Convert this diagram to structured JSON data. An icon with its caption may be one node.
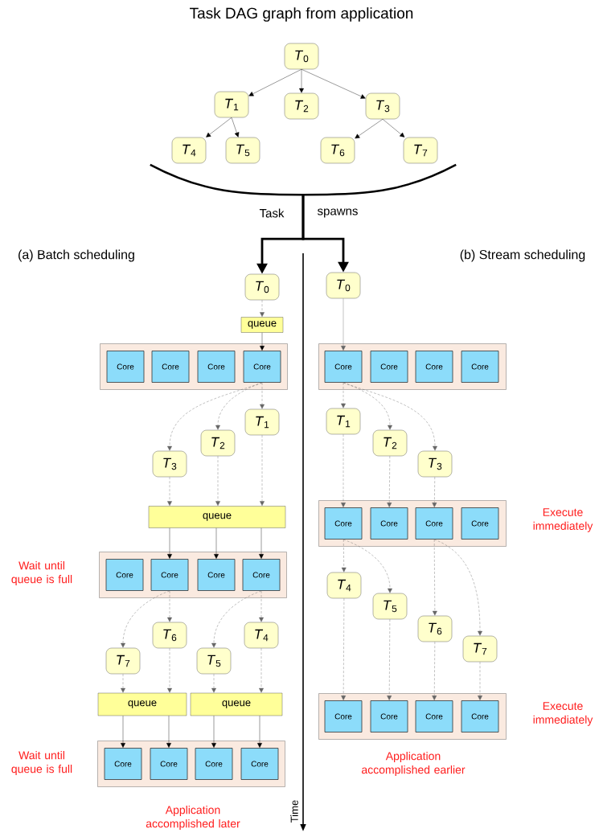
{
  "diagram": {
    "title": "Task DAG graph from application",
    "nodes": [
      {
        "text": [
          "*T*$_{0}$"
        ]
      },
      {
        "text": [
          "*T*$_{1}$"
        ]
      },
      {
        "text": [
          "*T*$_{2}$"
        ]
      },
      {
        "text": [
          "*T*$_{3}$"
        ]
      },
      {
        "text": [
          "*T*$_{4}$"
        ]
      },
      {
        "text": [
          "*T*$_{5}$"
        ]
      },
      {
        "text": [
          "*T*$_{6}$"
        ]
      },
      {
        "text": [
          "*T*$_{7}$"
        ]
      },
      {
        "text": [
          "*T*$_{0}$"
        ]
      },
      {
        "text": [
          "queue"
        ]
      },
      {
        "text": [],
        "shape": "box"
      },
      {
        "text": [
          "Core"
        ],
        "in": 10
      },
      {
        "text": [
          "Core"
        ],
        "in": 10
      },
      {
        "text": [
          "Core"
        ],
        "in": 10
      },
      {
        "text": [
          "Core"
        ],
        "in": 10
      },
      {
        "text": [
          "*T*$_{1}$"
        ]
      },
      {
        "text": [
          "*T*$_{2}$"
        ]
      },
      {
        "text": [
          "*T*$_{3}$"
        ]
      },
      {
        "text": [
          "queue"
        ]
      },
      {
        "text": [],
        "shape": "box"
      },
      {
        "text": [
          "Core"
        ],
        "in": 19
      },
      {
        "text": [
          "Core"
        ],
        "in": 19
      },
      {
        "text": [
          "Core"
        ],
        "in": 19
      },
      {
        "text": [
          "Core"
        ],
        "in": 19
      },
      {
        "text": [
          "*T*$_{6}$"
        ]
      },
      {
        "text": [
          "*T*$_{4}$"
        ]
      },
      {
        "text": [
          "*T*$_{7}$"
        ]
      },
      {
        "text": [
          "*T*$_{5}$"
        ]
      },
      {
        "text": [
          "queue"
        ]
      },
      {
        "text": [
          "queue"
        ]
      },
      {
        "text": [],
        "shape": "box"
      },
      {
        "text": [
          "Core"
        ],
        "in": 30
      },
      {
        "text": [
          "Core"
        ],
        "in": 30
      },
      {
        "text": [
          "Core"
        ],
        "in": 30
      },
      {
        "text": [
          "Core"
        ],
        "in": 30
      },
      {
        "text": [
          "*T*$_{0}$"
        ]
      },
      {
        "text": [],
        "shape": "box"
      },
      {
        "text": [
          "Core"
        ],
        "in": 36
      },
      {
        "text": [
          "Core"
        ],
        "in": 36
      },
      {
        "text": [
          "Core"
        ],
        "in": 36
      },
      {
        "text": [
          "Core"
        ],
        "in": 36
      },
      {
        "text": [
          "*T*$_{1}$"
        ]
      },
      {
        "text": [
          "*T*$_{2}$"
        ]
      },
      {
        "text": [
          "*T*$_{3}$"
        ]
      },
      {
        "text": [],
        "shape": "box"
      },
      {
        "text": [
          "Core"
        ],
        "in": 44
      },
      {
        "text": [
          "Core"
        ],
        "in": 44
      },
      {
        "text": [
          "Core"
        ],
        "in": 44
      },
      {
        "text": [
          "Core"
        ],
        "in": 44
      },
      {
        "text": [
          "*T*$_{4}$"
        ]
      },
      {
        "text": [
          "*T*$_{5}$"
        ]
      },
      {
        "text": [
          "*T*$_{6}$"
        ]
      },
      {
        "text": [
          "*T*$_{7}$"
        ]
      },
      {
        "text": [],
        "shape": "box"
      },
      {
        "text": [
          "Core"
        ],
        "in": 53
      },
      {
        "text": [
          "Core"
        ],
        "in": 53
      },
      {
        "text": [
          "Core"
        ],
        "in": 53
      },
      {
        "text": [
          "Core"
        ],
        "in": 53
      },
      {
        "text": [],
        "shape": "arc"
      }
    ],
    "edges": [
      {
        "from": 0,
        "to": 1,
        "arrow": "to",
        "color": "#000000"
      },
      {
        "from": 0,
        "to": 2,
        "arrow": "to",
        "color": "#000000"
      },
      {
        "from": 0,
        "to": 3,
        "arrow": "to",
        "color": "#000000"
      },
      {
        "from": 1,
        "to": 4,
        "arrow": "to",
        "color": "#000000"
      },
      {
        "from": 1,
        "to": 5,
        "arrow": "to",
        "color": "#000000"
      },
      {
        "from": 3,
        "to": 6,
        "arrow": "to",
        "color": "#000000"
      },
      {
        "from": 3,
        "to": 7,
        "arrow": "to",
        "color": "#000000"
      },
      {
        "from": 58,
        "to": 8,
        "arrow": "to",
        "style": "thick",
        "color": "#000000"
      },
      {
        "from": 58,
        "to": 35,
        "arrow": "to",
        "style": "thick",
        "color": "#000000"
      },
      {
        "from": 8,
        "to": 9,
        "arrow": "to",
        "style": "dashed"
      },
      {
        "from": 9,
        "to": 14,
        "arrow": "to",
        "color": "#000000"
      },
      {
        "from": 14,
        "to": 15,
        "arrow": "to",
        "style": "dashed"
      },
      {
        "from": 14,
        "to": 16,
        "arrow": "to",
        "style": "dashed"
      },
      {
        "from": 14,
        "to": 17,
        "arrow": "to",
        "style": "dashed"
      },
      {
        "from": 15,
        "to": 18,
        "arrow": "to",
        "style": "dashed"
      },
      {
        "from": 16,
        "to": 18,
        "arrow": "to",
        "style": "dashed"
      },
      {
        "from": 17,
        "to": 18,
        "arrow": "to",
        "style": "dashed"
      },
      {
        "from": 18,
        "to": 21,
        "arrow": "to",
        "color": "#000000"
      },
      {
        "from": 18,
        "to": 22,
        "arrow": "to",
        "color": "#000000"
      },
      {
        "from": 18,
        "to": 23,
        "arrow": "to",
        "color": "#000000"
      },
      {
        "from": 21,
        "to": 24,
        "arrow": "to",
        "style": "dashed"
      },
      {
        "from": 21,
        "to": 26,
        "arrow": "to",
        "style": "dashed"
      },
      {
        "from": 23,
        "to": 25,
        "arrow": "to",
        "style": "dashed"
      },
      {
        "from": 23,
        "to": 27,
        "arrow": "to",
        "style": "dashed"
      },
      {
        "from": 24,
        "to": 28,
        "arrow": "to",
        "style": "dashed"
      },
      {
        "from": 25,
        "to": 29,
        "arrow": "to",
        "style": "dashed"
      },
      {
        "from": 26,
        "to": 28,
        "arrow": "to",
        "style": "dashed"
      },
      {
        "from": 27,
        "to": 29,
        "arrow": "to",
        "style": "dashed"
      },
      {
        "from": 28,
        "to": 31,
        "arrow": "to",
        "color": "#000000"
      },
      {
        "from": 28,
        "to": 32,
        "arrow": "to",
        "color": "#000000"
      },
      {
        "from": 29,
        "to": 33,
        "arrow": "to",
        "color": "#000000"
      },
      {
        "from": 29,
        "to": 34,
        "arrow": "to",
        "color": "#000000"
      },
      {
        "from": 35,
        "to": 37,
        "arrow": "to"
      },
      {
        "from": 37,
        "to": 41,
        "arrow": "to",
        "style": "dashed"
      },
      {
        "from": 37,
        "to": 42,
        "arrow": "to",
        "style": "dashed"
      },
      {
        "from": 37,
        "to": 43,
        "arrow": "to",
        "style": "dashed"
      },
      {
        "from": 41,
        "to": 45,
        "arrow": "to",
        "style": "dashed"
      },
      {
        "from": 42,
        "to": 46,
        "arrow": "to",
        "style": "dashed"
      },
      {
        "from": 43,
        "to": 47,
        "arrow": "to",
        "style": "dashed"
      },
      {
        "from": 45,
        "to": 49,
        "arrow": "to",
        "style": "dashed"
      },
      {
        "from": 45,
        "to": 50,
        "arrow": "to",
        "style": "dashed"
      },
      {
        "from": 47,
        "to": 51,
        "arrow": "to",
        "style": "dashed"
      },
      {
        "from": 47,
        "to": 52,
        "arrow": "to",
        "style": "dashed"
      },
      {
        "from": 49,
        "to": 54,
        "arrow": "to",
        "style": "dashed"
      },
      {
        "from": 50,
        "to": 55,
        "arrow": "to",
        "style": "dashed"
      },
      {
        "from": 51,
        "to": 56,
        "arrow": "to",
        "style": "dashed"
      },
      {
        "from": 52,
        "to": 57,
        "arrow": "to",
        "style": "dashed"
      }
    ],
    "labels": [
      "Task",
      "spawns",
      "(a) Batch scheduling",
      "(b) Stream scheduling",
      "Execute immediately",
      "Wait until queue is full",
      "Execute immediately",
      "Wait until queue is full",
      "Application accomplished earlier",
      "Application accomplished later",
      "Time"
    ]
  }
}
